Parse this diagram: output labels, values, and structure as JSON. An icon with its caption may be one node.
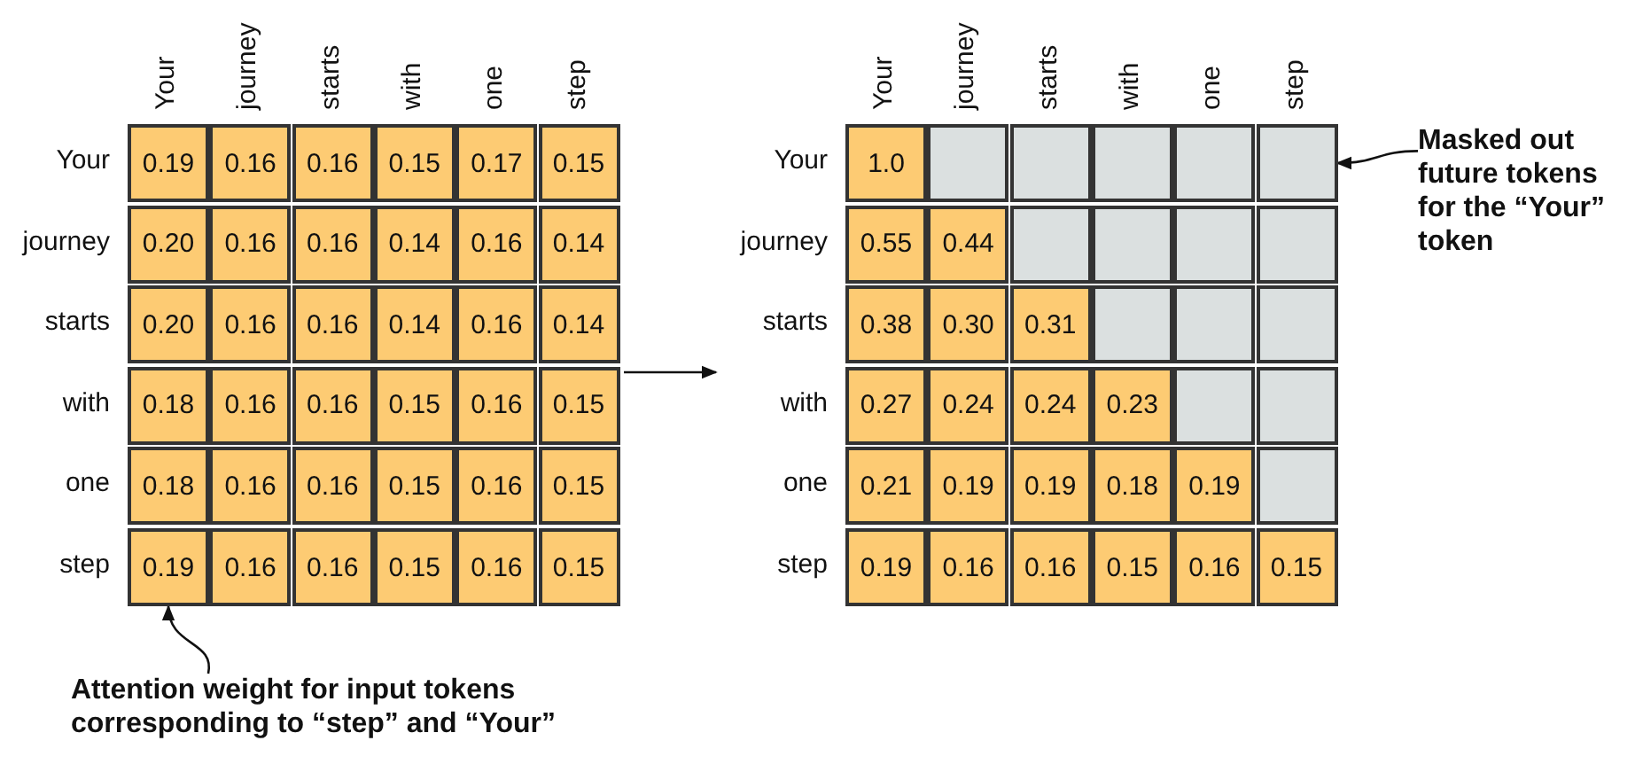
{
  "diagram": {
    "nodes": [
      {
        "text": [],
        "shape": "box"
      },
      {
        "text": [
          "0.19"
        ],
        "in": 0
      },
      {
        "text": [],
        "shape": "box"
      },
      {
        "text": [],
        "shape": "box",
        "in": 2
      },
      {
        "text": [
          "Attention weight for input tokens corresponding to “step” and “Your”"
        ]
      },
      {
        "text": [
          "Masked out future tokens for the “Your” token"
        ]
      }
    ],
    "edges": [
      {
        "from": 0,
        "to": 2,
        "arrow": "to"
      },
      {
        "from": 4,
        "to": 1,
        "arrow": "to"
      },
      {
        "from": 5,
        "to": 3,
        "arrow": "to"
      }
    ],
    "labels": [
      "Your",
      "journey",
      "starts",
      "with",
      "one",
      "step",
      "Your",
      "0.19",
      "0.16",
      "0.16",
      "0.15",
      "0.17",
      "0.15",
      "journey",
      "0.20",
      "0.16",
      "0.16",
      "0.14",
      "0.16",
      "0.14",
      "starts",
      "0.20",
      "0.16",
      "0.16",
      "0.14",
      "0.16",
      "0.14",
      "with",
      "0.18",
      "0.16",
      "0.16",
      "0.15",
      "0.16",
      "0.15",
      "one",
      "0.18",
      "0.16",
      "0.16",
      "0.15",
      "0.16",
      "0.15",
      "step",
      "0.16",
      "0.16",
      "0.15",
      "0.16",
      "0.15",
      "Your",
      "journey",
      "starts",
      "with",
      "one",
      "step",
      "Your",
      "1.0",
      "journey",
      "0.55",
      "0.44",
      "starts",
      "0.38",
      "0.30",
      "0.31",
      "with",
      "0.27",
      "0.24",
      "0.24",
      "0.23",
      "one",
      "0.21",
      "0.19",
      "0.19",
      "0.18",
      "0.19",
      "step",
      "0.19",
      "0.16",
      "0.16",
      "0.15",
      "0.16",
      "0.15"
    ]
  }
}
